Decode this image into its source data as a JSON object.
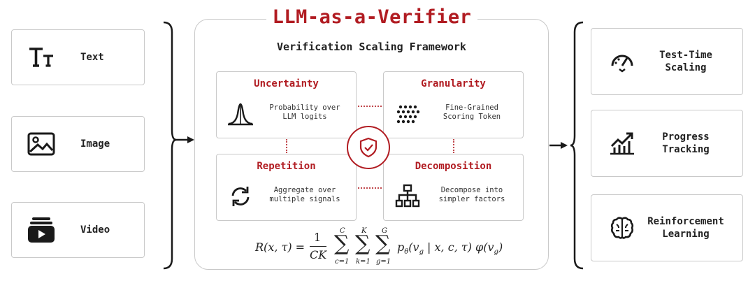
{
  "title": "LLM-as-a-Verifier",
  "subtitle": "Verification Scaling Framework",
  "inputs": [
    {
      "label": "Text",
      "icon": "text-size-icon"
    },
    {
      "label": "Image",
      "icon": "image-icon"
    },
    {
      "label": "Video",
      "icon": "video-icon"
    }
  ],
  "modules": {
    "uncertainty": {
      "title": "Uncertainty",
      "desc": "Probability over\nLLM logits",
      "icon": "bell-curve-icon"
    },
    "granularity": {
      "title": "Granularity",
      "desc": "Fine-Grained\nScoring Token",
      "icon": "dot-grid-icon"
    },
    "repetition": {
      "title": "Repetition",
      "desc": "Aggregate over\nmultiple signals",
      "icon": "repeat-icon"
    },
    "decomposition": {
      "title": "Decomposition",
      "desc": "Decompose into\nsimpler factors",
      "icon": "hierarchy-icon"
    }
  },
  "center_icon": "shield-check-icon",
  "outputs": [
    {
      "label": "Test-Time\nScaling",
      "icon": "speedometer-icon"
    },
    {
      "label": "Progress\nTracking",
      "icon": "growth-chart-icon"
    },
    {
      "label": "Reinforcement\nLearning",
      "icon": "brain-icon"
    }
  ],
  "formula": {
    "lhs": "R(x, τ) =",
    "num": "1",
    "den": "CK",
    "sum1_top": "C",
    "sum1_bot": "c=1",
    "sum2_top": "K",
    "sum2_bot": "k=1",
    "sum3_top": "G",
    "sum3_bot": "g=1",
    "body": "p",
    "sub": "θ",
    "args": "(v",
    "g": "g",
    "cond": " | x, c, τ) φ(v",
    "g2": "g",
    "close": ")"
  },
  "colors": {
    "accent": "#b11c22",
    "border": "#c9c9c9",
    "text": "#222222",
    "dots": "#c0474c"
  }
}
